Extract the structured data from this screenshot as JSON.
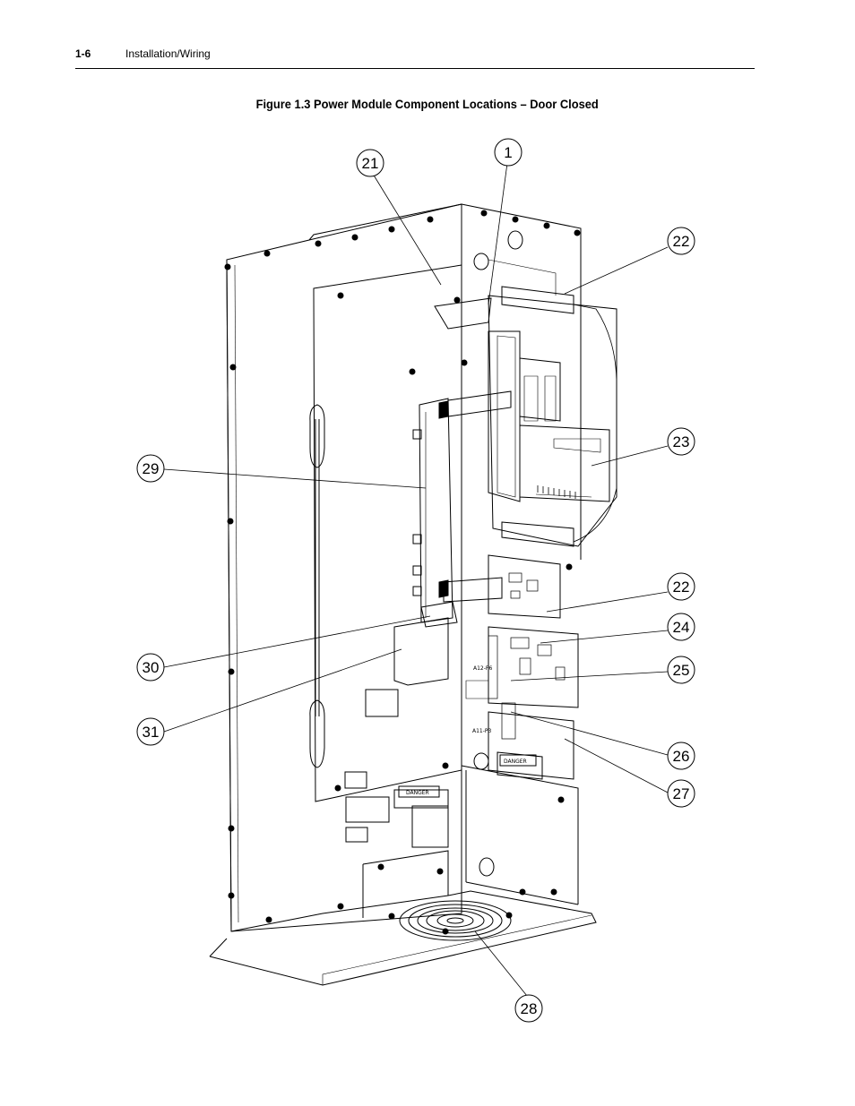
{
  "header": {
    "page_number": "1-6",
    "section": "Installation/Wiring"
  },
  "figure": {
    "caption": "Figure 1.3   Power Module Component Locations – Door Closed",
    "callouts": [
      "1",
      "21",
      "22",
      "23",
      "29",
      "22",
      "24",
      "25",
      "30",
      "31",
      "26",
      "27",
      "28"
    ],
    "board_labels": {
      "upper_label": "A12-P6",
      "lower_label": "A11-P3",
      "danger_label_1": "DANGER",
      "danger_label_2": "DANGER"
    }
  }
}
